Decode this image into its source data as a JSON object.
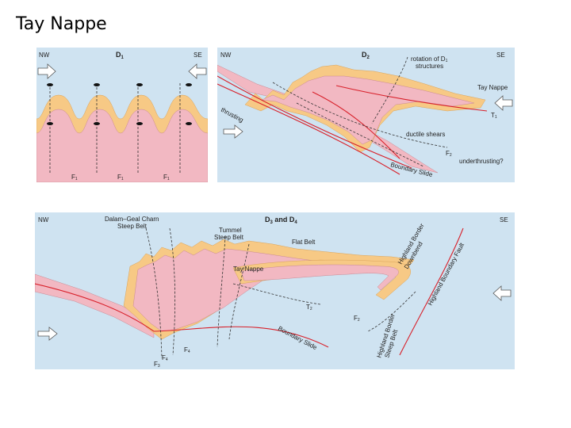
{
  "slide": {
    "title": "Tay Nappe"
  },
  "colors": {
    "background": "#cfe3f1",
    "rock": "#f2b8c2",
    "rim": "#f7c985",
    "fault": "#d8202a",
    "dashed": "#333333"
  },
  "panel_d1": {
    "nw": "NW",
    "se": "SE",
    "title_main": "D",
    "title_sub": "1",
    "fold_labels": [
      "F",
      "F",
      "F"
    ],
    "fold_subs": [
      "1",
      "1",
      "1"
    ]
  },
  "panel_d2": {
    "nw": "NW",
    "se": "SE",
    "title_main": "D",
    "title_sub": "2",
    "rotation_line1": "rotation of D",
    "rotation_sub": "1",
    "rotation_line2": "structures",
    "tay_nappe": "Tay Nappe",
    "thrusting": "thrusting",
    "ductile_shears": "ductile shears",
    "boundary_slide": "Boundary Slide",
    "underthrusting": "underthrusting?",
    "f_label": "F",
    "f_sub": "2",
    "t1_label": "T",
    "t1_sub": "1"
  },
  "panel_d3": {
    "nw": "NW",
    "se": "SE",
    "title": "D",
    "title_sub_a": "3",
    "title_and": " and D",
    "title_sub_b": "4",
    "dalmally_line1": "Dalam–Geal Charn",
    "dalmally_line2": "Steep Belt",
    "tummel_line1": "Tummel",
    "tummel_line2": "Steep Belt",
    "flat_belt": "Flat Belt",
    "tay_nappe": "Tay Nappe",
    "hb_downbend_line1": "Highland Border",
    "hb_downbend_line2": "Downbend",
    "hb_fault": "Highland Boundary Fault",
    "hb_steep_line1": "Highland Border",
    "hb_steep_line2": "Steep Belt",
    "boundary_slide": "Boundary Slide",
    "t2_label": "T",
    "t2_sub": "2",
    "f_labels": [
      "F",
      "F",
      "F",
      "F"
    ],
    "f_subs": [
      "3",
      "4",
      "4",
      "2"
    ]
  }
}
